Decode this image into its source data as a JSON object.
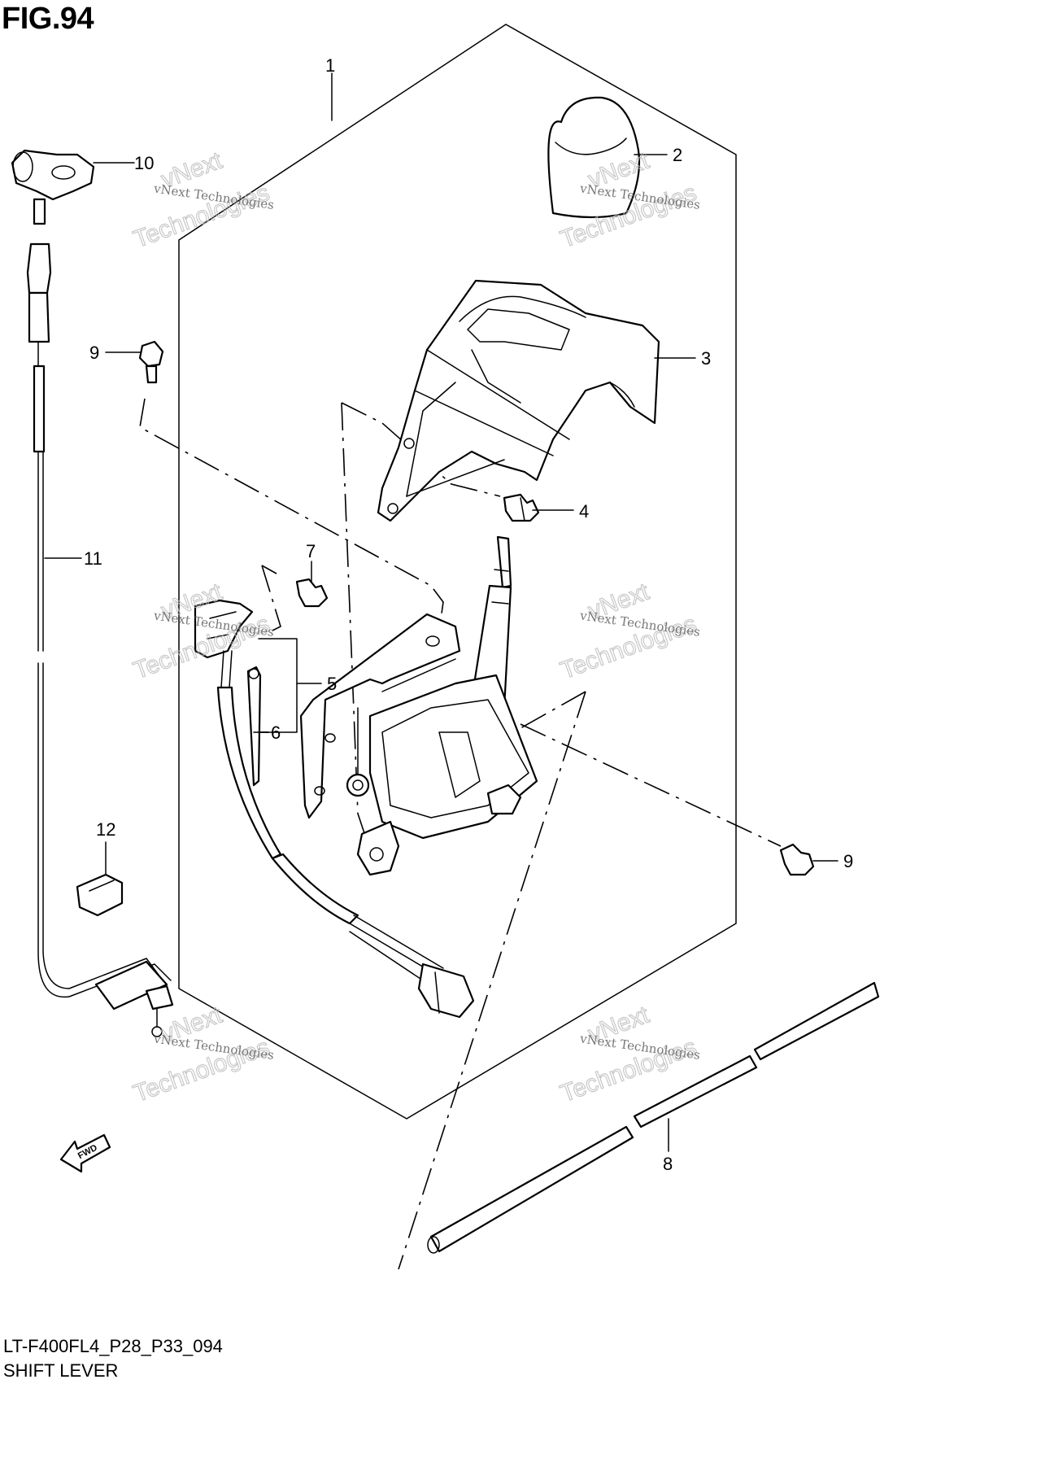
{
  "figure": {
    "title": "FIG.94",
    "code": "LT-F400FL4_P28_P33_094",
    "name": "SHIFT LEVER"
  },
  "callouts": [
    "1",
    "2",
    "3",
    "4",
    "5",
    "6",
    "7",
    "8",
    "9",
    "9",
    "10",
    "11",
    "12"
  ],
  "fwd_label": "FWD",
  "watermark": {
    "line1": "vNext Technologies",
    "line2": "vNext",
    "line3": "Technologies"
  }
}
